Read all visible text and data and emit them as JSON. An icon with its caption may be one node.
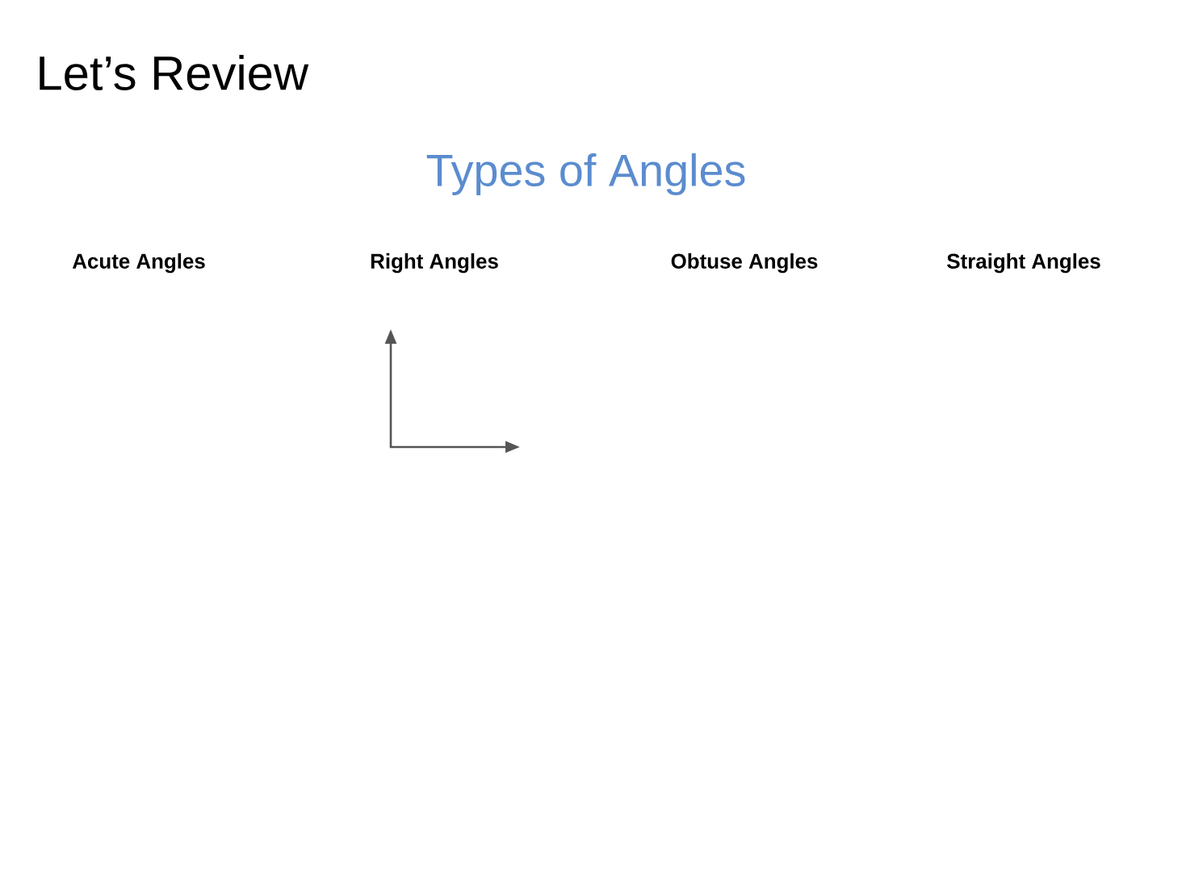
{
  "diagram": {
    "title": "Let’s Review",
    "labels": [
      "Types of Angles",
      "Acute Angles",
      "Right Angles",
      "Obtuse Angles",
      "Straight Angles"
    ]
  }
}
